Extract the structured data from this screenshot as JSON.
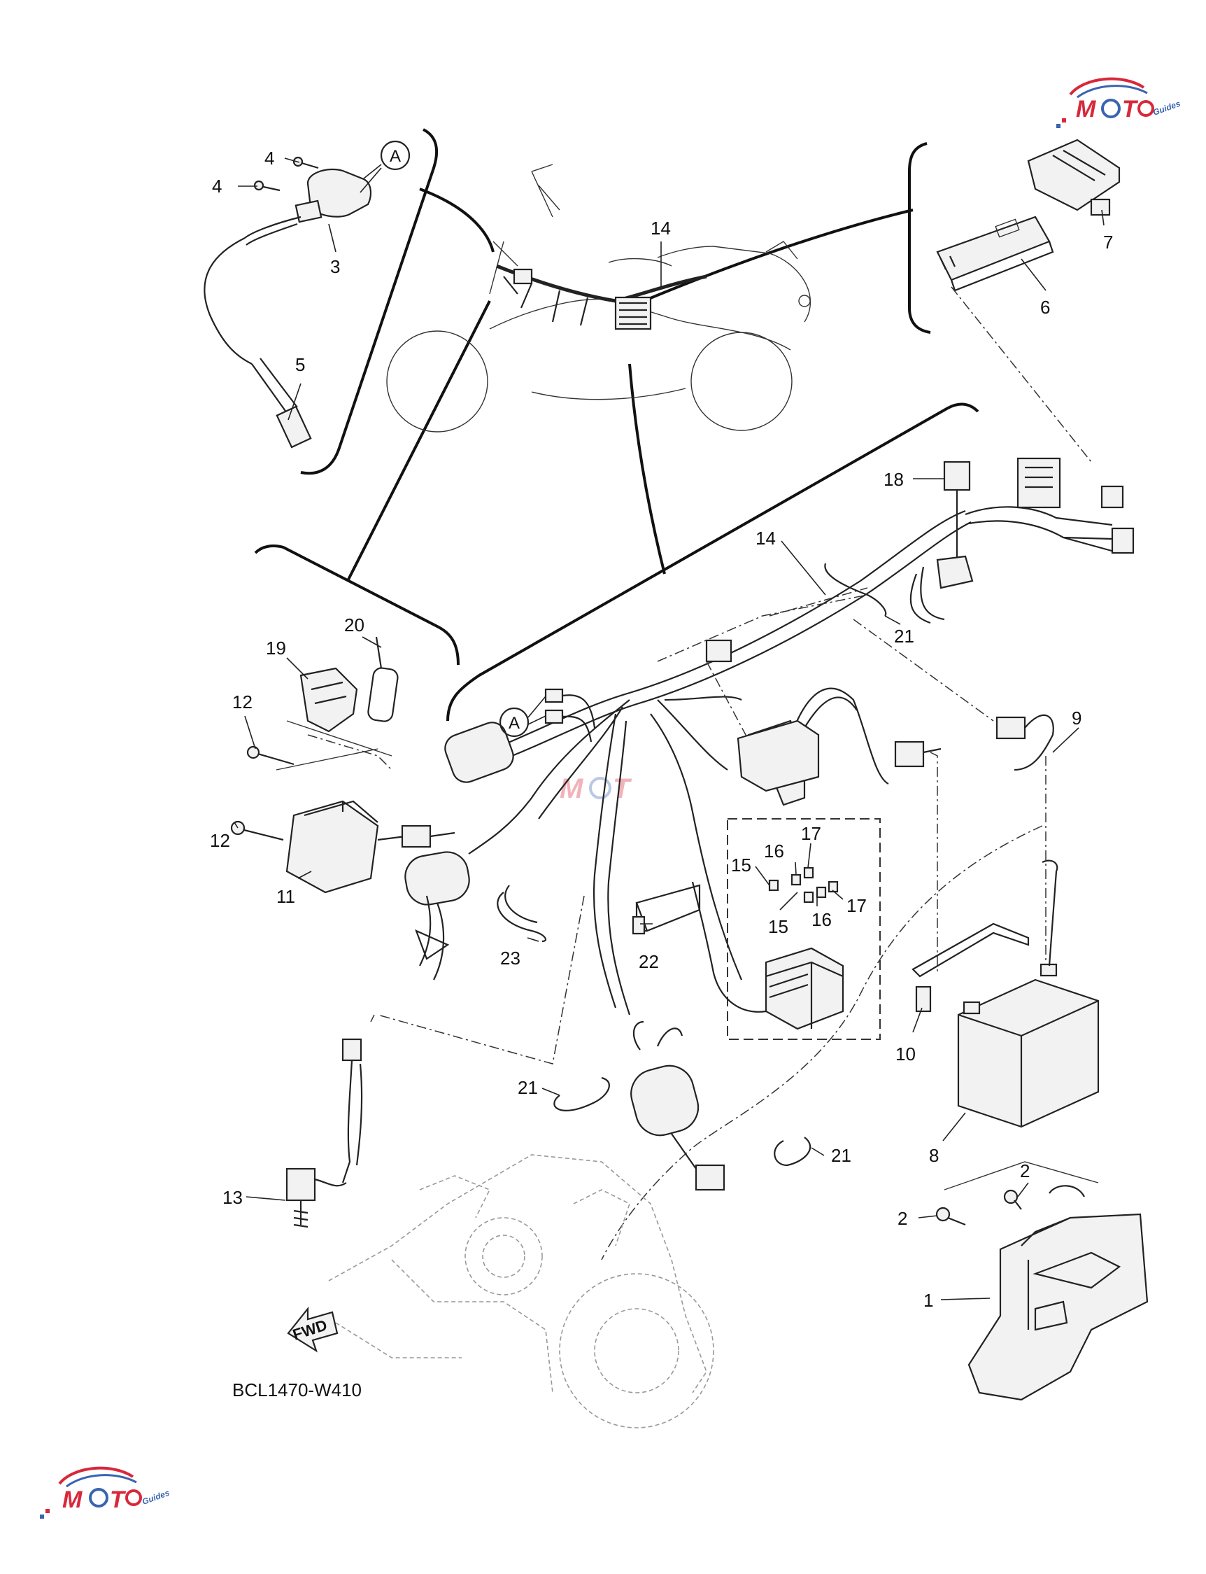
{
  "diagram": {
    "code": "BCL1470-W410",
    "fwd_label": "FWD",
    "ref_letter": "A",
    "callouts": [
      {
        "id": "c1",
        "label": "1"
      },
      {
        "id": "c2a",
        "label": "2"
      },
      {
        "id": "c2b",
        "label": "2"
      },
      {
        "id": "c3",
        "label": "3"
      },
      {
        "id": "c4a",
        "label": "4"
      },
      {
        "id": "c4b",
        "label": "4"
      },
      {
        "id": "c5",
        "label": "5"
      },
      {
        "id": "c6",
        "label": "6"
      },
      {
        "id": "c7",
        "label": "7"
      },
      {
        "id": "c8",
        "label": "8"
      },
      {
        "id": "c9",
        "label": "9"
      },
      {
        "id": "c10",
        "label": "10"
      },
      {
        "id": "c11",
        "label": "11"
      },
      {
        "id": "c12a",
        "label": "12"
      },
      {
        "id": "c12b",
        "label": "12"
      },
      {
        "id": "c13",
        "label": "13"
      },
      {
        "id": "c14a",
        "label": "14"
      },
      {
        "id": "c14b",
        "label": "14"
      },
      {
        "id": "c15a",
        "label": "15"
      },
      {
        "id": "c15b",
        "label": "15"
      },
      {
        "id": "c16a",
        "label": "16"
      },
      {
        "id": "c16b",
        "label": "16"
      },
      {
        "id": "c17a",
        "label": "17"
      },
      {
        "id": "c17b",
        "label": "17"
      },
      {
        "id": "c18",
        "label": "18"
      },
      {
        "id": "c19",
        "label": "19"
      },
      {
        "id": "c20",
        "label": "20"
      },
      {
        "id": "c21a",
        "label": "21"
      },
      {
        "id": "c21b",
        "label": "21"
      },
      {
        "id": "c21c",
        "label": "21"
      },
      {
        "id": "c22",
        "label": "22"
      },
      {
        "id": "c23",
        "label": "23"
      }
    ]
  },
  "watermark": {
    "brand": "MOTO",
    "sub": "Guides",
    "colors": {
      "red": "#d8283a",
      "blue": "#3a64b0"
    }
  }
}
